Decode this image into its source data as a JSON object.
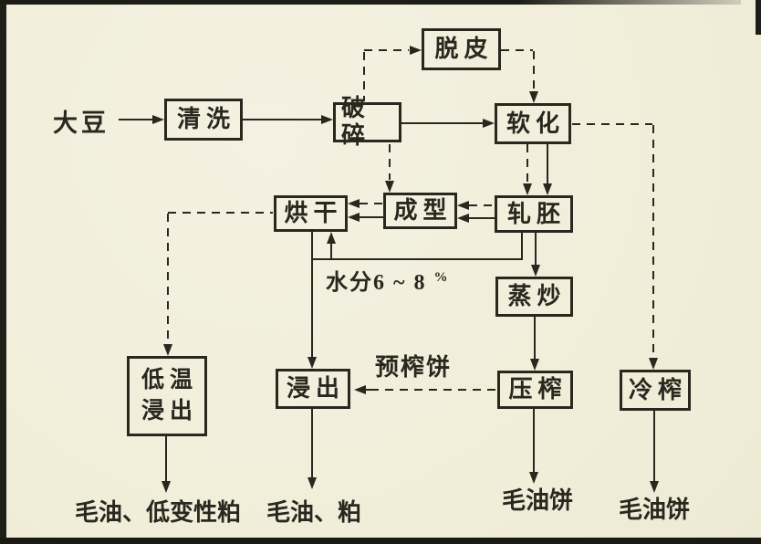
{
  "diagram_type": "process-flowchart",
  "subject": "soybean oil processing flow",
  "colors": {
    "paper": "#f1eeda",
    "ink": "#29281f"
  },
  "nodes": {
    "soybean": {
      "label": "大豆"
    },
    "dehulling": {
      "label": "脱皮"
    },
    "cleaning": {
      "label": "清洗"
    },
    "crushing": {
      "label": "破碎"
    },
    "softening": {
      "label": "软化"
    },
    "drying": {
      "label": "烘干"
    },
    "forming": {
      "label": "成型"
    },
    "flaking": {
      "label": "轧胚"
    },
    "steaming": {
      "label": "蒸炒"
    },
    "low_temp_extraction": {
      "label": "低温浸出",
      "line1": "低温",
      "line2": "浸出"
    },
    "extraction": {
      "label": "浸出"
    },
    "pressing": {
      "label": "压榨"
    },
    "cold_pressing": {
      "label": "冷榨"
    }
  },
  "annotations": {
    "moisture_text": "水分6 ~ 8",
    "moisture_unit": "%",
    "prepressed_cake": "预榨饼"
  },
  "outputs": {
    "crude_oil_low_denatured_meal": "毛油、低变性粕",
    "crude_oil_meal": "毛油、粕",
    "crude_oil_cake_press": "毛油饼",
    "crude_oil_cake_cold": "毛油饼"
  },
  "edges": [
    {
      "from": "大豆",
      "to": "清洗",
      "style": "solid"
    },
    {
      "from": "清洗",
      "to": "破碎",
      "style": "solid"
    },
    {
      "from": "破碎",
      "to": "软化",
      "style": "solid"
    },
    {
      "from": "破碎",
      "to": "脱皮",
      "style": "dashed"
    },
    {
      "from": "脱皮",
      "to": "软化",
      "style": "dashed"
    },
    {
      "from": "破碎",
      "to": "成型",
      "style": "dashed"
    },
    {
      "from": "软化",
      "to": "轧胚",
      "style": "solid"
    },
    {
      "from": "软化",
      "to": "轧胚",
      "style": "dashed"
    },
    {
      "from": "软化",
      "to": "冷榨",
      "style": "dashed"
    },
    {
      "from": "轧胚",
      "to": "成型",
      "style": "solid"
    },
    {
      "from": "轧胚",
      "to": "成型",
      "style": "dashed"
    },
    {
      "from": "成型",
      "to": "烘干",
      "style": "solid"
    },
    {
      "from": "成型",
      "to": "烘干",
      "style": "dashed"
    },
    {
      "from": "轧胚",
      "to": "烘干",
      "style": "solid",
      "label": "水分6 ~ 8 %"
    },
    {
      "from": "烘干",
      "to": "浸出",
      "style": "solid"
    },
    {
      "from": "烘干",
      "to": "低温浸出",
      "style": "dashed"
    },
    {
      "from": "轧胚",
      "to": "蒸炒",
      "style": "solid"
    },
    {
      "from": "蒸炒",
      "to": "压榨",
      "style": "solid"
    },
    {
      "from": "压榨",
      "to": "浸出",
      "style": "dashed",
      "label": "预榨饼"
    },
    {
      "from": "低温浸出",
      "to": "毛油、低变性粕",
      "style": "solid"
    },
    {
      "from": "浸出",
      "to": "毛油、粕",
      "style": "solid"
    },
    {
      "from": "压榨",
      "to": "毛油饼",
      "style": "solid"
    },
    {
      "from": "冷榨",
      "to": "毛油饼",
      "style": "solid"
    }
  ]
}
